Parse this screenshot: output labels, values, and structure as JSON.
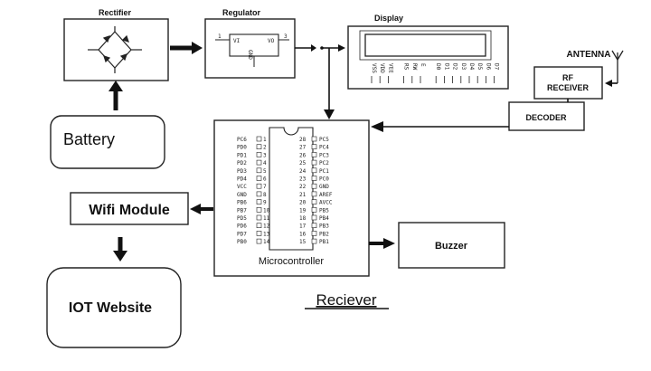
{
  "diagram": {
    "caption": "Reciever",
    "blocks": {
      "rectifier": "Rectifier",
      "regulator": "Regulator",
      "reg_vi": "VI",
      "reg_vo": "VO",
      "reg_gnd": "GND",
      "display": "Display",
      "antenna": "ANTENNA",
      "rf_receiver_line1": "RF",
      "rf_receiver_line2": "RECEIVER",
      "decoder": "DECODER",
      "battery": "Battery",
      "wifi": "Wifi Module",
      "iot": "IOT Website",
      "buzzer": "Buzzer",
      "mcu": "Microcontroller"
    },
    "display_pins": [
      "VSS",
      "VDD",
      "VEE",
      "RS",
      "RW",
      "E",
      "D0",
      "D1",
      "D2",
      "D3",
      "D4",
      "D5",
      "D6",
      "D7"
    ],
    "mcu_left_pins": [
      {
        "name": "PC6",
        "num": "1"
      },
      {
        "name": "PD0",
        "num": "2"
      },
      {
        "name": "PD1",
        "num": "3"
      },
      {
        "name": "PD2",
        "num": "4"
      },
      {
        "name": "PD3",
        "num": "5"
      },
      {
        "name": "PD4",
        "num": "6"
      },
      {
        "name": "VCC",
        "num": "7"
      },
      {
        "name": "GND",
        "num": "8"
      },
      {
        "name": "PB6",
        "num": "9"
      },
      {
        "name": "PB7",
        "num": "10"
      },
      {
        "name": "PD5",
        "num": "11"
      },
      {
        "name": "PD6",
        "num": "12"
      },
      {
        "name": "PD7",
        "num": "13"
      },
      {
        "name": "PB0",
        "num": "14"
      }
    ],
    "mcu_right_pins": [
      {
        "name": "PC5",
        "num": "28"
      },
      {
        "name": "PC4",
        "num": "27"
      },
      {
        "name": "PC3",
        "num": "26"
      },
      {
        "name": "PC2",
        "num": "25"
      },
      {
        "name": "PC1",
        "num": "24"
      },
      {
        "name": "PC0",
        "num": "23"
      },
      {
        "name": "GND",
        "num": "22"
      },
      {
        "name": "AREF",
        "num": "21"
      },
      {
        "name": "AVCC",
        "num": "20"
      },
      {
        "name": "PB5",
        "num": "19"
      },
      {
        "name": "PB4",
        "num": "18"
      },
      {
        "name": "PB3",
        "num": "17"
      },
      {
        "name": "PB2",
        "num": "16"
      },
      {
        "name": "PB1",
        "num": "15"
      }
    ]
  }
}
